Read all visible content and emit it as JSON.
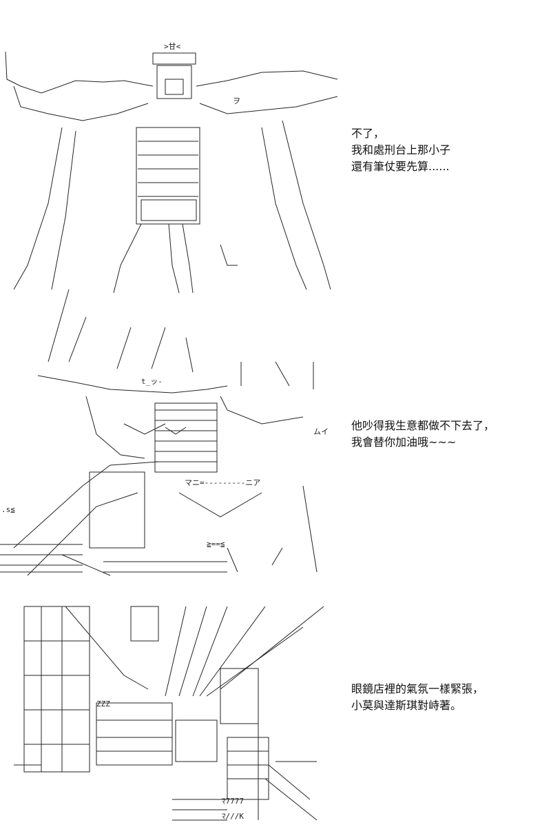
{
  "panels": [
    {
      "caption_lines": [
        "不了，",
        "我和處刑台上那小子",
        "還有筆仗要先算......"
      ],
      "art_labels": [
        ">甘<",
        "ヲ"
      ]
    },
    {
      "caption_lines": [
        "他吵得我生意都做不下去了，",
        "我會替你加油哦~~~"
      ],
      "art_labels": [
        "マニ=---------ニア",
        "ムイ",
        "≧==≦",
        "t_ッ-",
        ".s≦"
      ]
    },
    {
      "caption_lines": [
        "眼鏡店裡的氣氛一樣緊張，",
        "小莫與達斯琪對峙著。"
      ],
      "art_labels": [
        "ZZZ",
        "ﾏ7777",
        "ﾏ///K"
      ]
    }
  ]
}
